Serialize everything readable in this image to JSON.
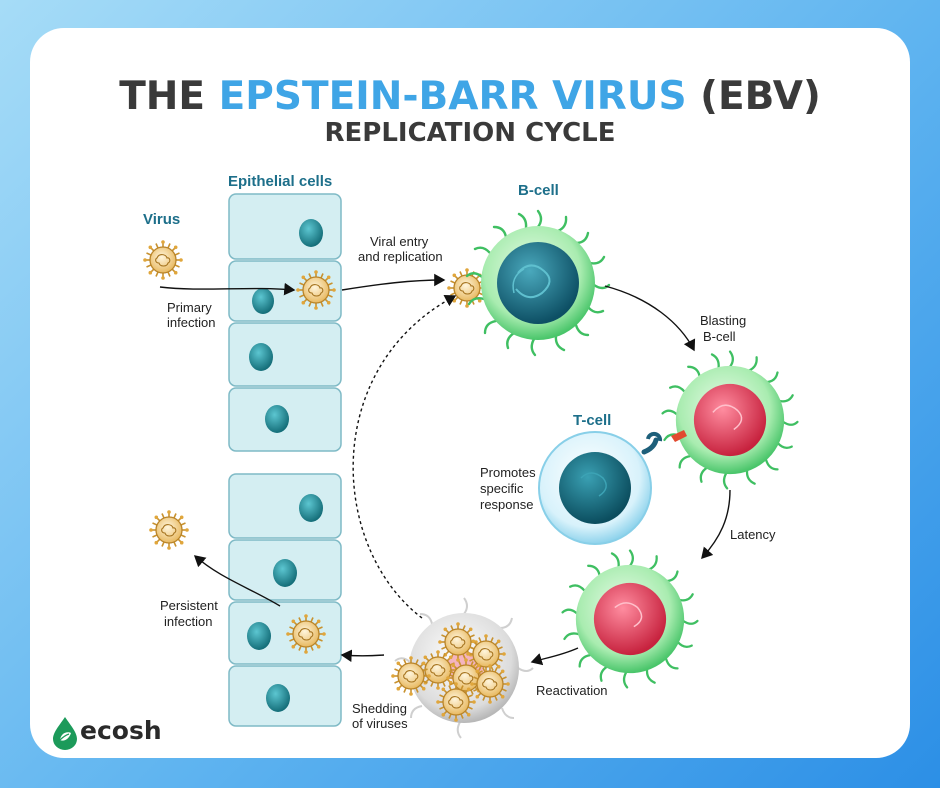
{
  "title": {
    "part1": "THE ",
    "accent": "EPSTEIN-BARR VIRUS",
    "part2": " (EBV)",
    "subtitle": "REPLICATION CYCLE"
  },
  "labels": {
    "epithelial_cells": "Epithelial cells",
    "virus": "Virus",
    "primary_infection_line1": "Primary",
    "primary_infection_line2": "infection",
    "viral_entry_line1": "Viral entry",
    "viral_entry_line2": "and replication",
    "b_cell": "B-cell",
    "blasting_line1": "Blasting",
    "blasting_line2": "B-cell",
    "t_cell": "T-cell",
    "promotes_line1": "Promotes",
    "promotes_line2": "specific",
    "promotes_line3": "response",
    "latency": "Latency",
    "reactivation": "Reactivation",
    "shedding_line1": "Shedding",
    "shedding_line2": "of viruses",
    "persistent_line1": "Persistent",
    "persistent_line2": "infection"
  },
  "brand": {
    "name": "ecosh"
  },
  "colors": {
    "accent": "#3fa5e6",
    "epithelial_fill": "#d4eef2",
    "nucleus": "#1f8795",
    "b_cell_green": "#5bd07a",
    "b_cell_nucleus": "#1d6f85",
    "infected_nucleus": "#e24a63",
    "t_cell_ring": "#a8dff0",
    "virus_fill": "#f4d79c"
  },
  "icons": {
    "logo": "droplet-leaf-icon",
    "virus": "virus-particle-icon"
  }
}
